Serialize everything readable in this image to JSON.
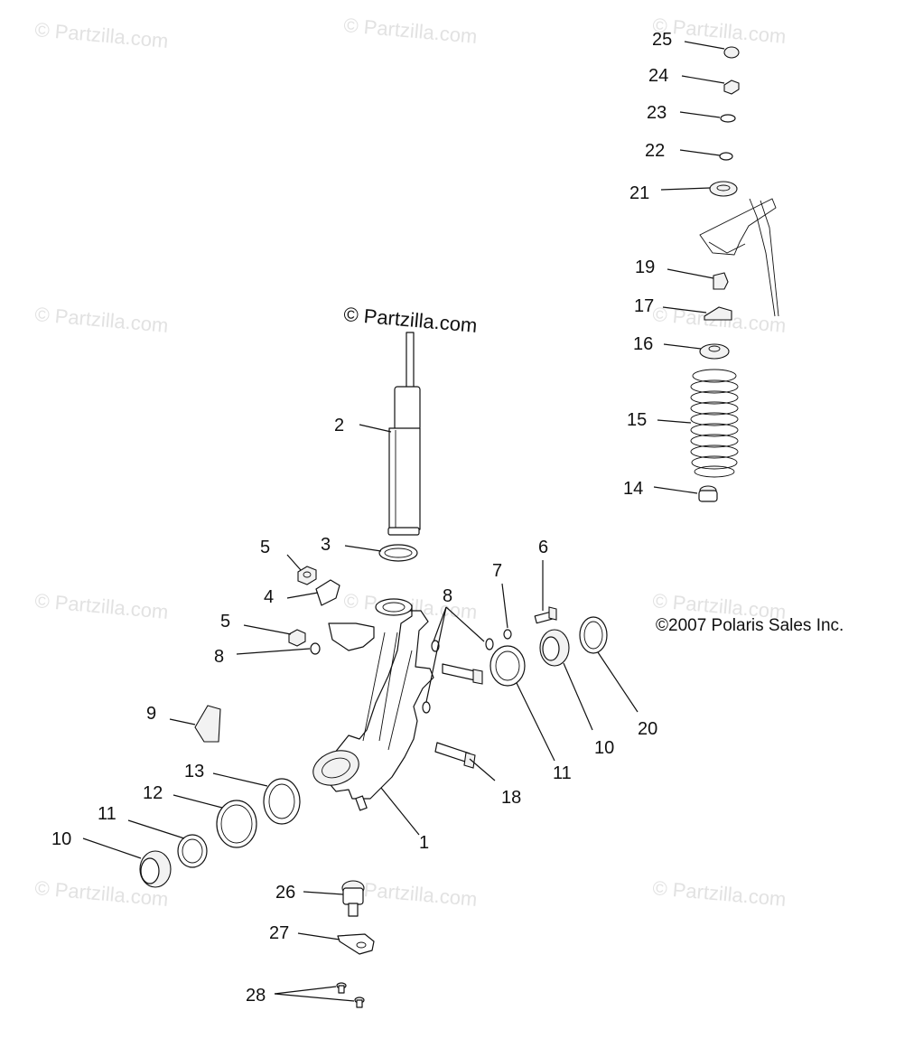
{
  "watermark": "© Partzilla.com",
  "copyright": "©2007 Polaris Sales Inc.",
  "callouts": {
    "c1": "1",
    "c2": "2",
    "c3": "3",
    "c4": "4",
    "c5a": "5",
    "c5b": "5",
    "c6": "6",
    "c7": "7",
    "c8a": "8",
    "c8b": "8",
    "c9": "9",
    "c10a": "10",
    "c10b": "10",
    "c11a": "11",
    "c11b": "11",
    "c12": "12",
    "c13": "13",
    "c14": "14",
    "c15": "15",
    "c16": "16",
    "c17": "17",
    "c18": "18",
    "c19": "19",
    "c20": "20",
    "c21": "21",
    "c22": "22",
    "c23": "23",
    "c24": "24",
    "c25": "25",
    "c26": "26",
    "c27": "27",
    "c28": "28"
  }
}
